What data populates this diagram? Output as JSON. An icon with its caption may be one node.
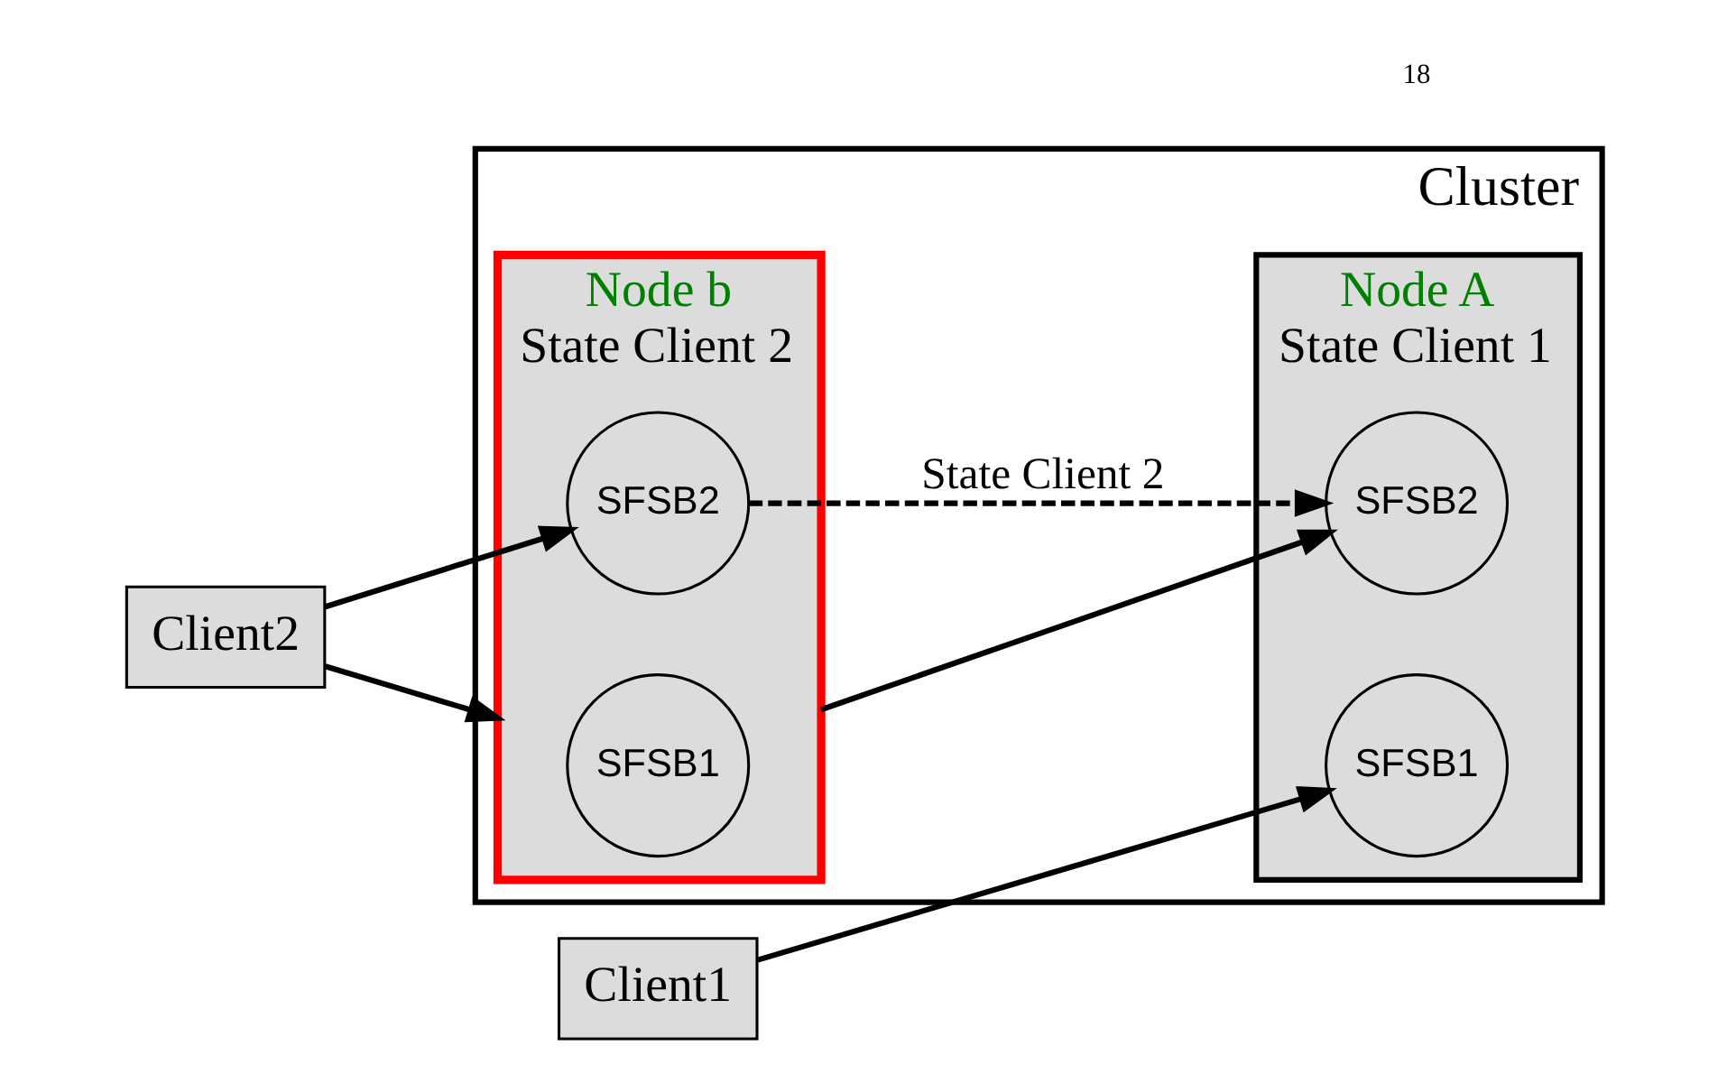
{
  "diagram": {
    "nodes": [
      {
        "text": [
          "Cluster"
        ]
      },
      {
        "text": [
          "Node A",
          "State Client 1"
        ],
        "in": 0
      },
      {
        "text": [
          "SFSB1"
        ],
        "in": 1
      },
      {
        "text": [
          "SFSB2"
        ],
        "in": 1
      },
      {
        "text": [
          "Client1"
        ]
      },
      {
        "text": [
          "Client2"
        ]
      },
      {
        "text": [
          "Node b",
          "State Client 2"
        ],
        "in": 0
      },
      {
        "text": [
          "SFSB1"
        ],
        "in": 6
      },
      {
        "text": [
          "SFSB2"
        ],
        "in": 6
      }
    ],
    "edges": [
      {
        "from": 4,
        "to": 2,
        "arrow": "to"
      },
      {
        "from": 5,
        "to": 6,
        "arrow": "to"
      },
      {
        "from": 6,
        "to": 3,
        "arrow": "to"
      },
      {
        "from": 5,
        "to": 8,
        "arrow": "to"
      },
      {
        "from": 8,
        "to": 3,
        "arrow": "to",
        "style": "dashed",
        "label": "State Client 2"
      }
    ],
    "labels": [
      "18"
    ]
  }
}
